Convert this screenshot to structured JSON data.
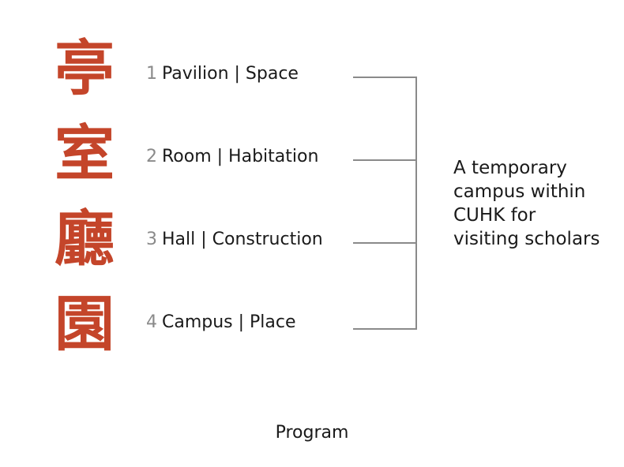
{
  "calligraphy": {
    "characters": [
      "亭",
      "室",
      "廳",
      "園"
    ],
    "color": "#c4452a"
  },
  "program_items": [
    {
      "number": "1",
      "label": "Pavilion | Space"
    },
    {
      "number": "2",
      "label": "Room | Habitation"
    },
    {
      "number": "3",
      "label": "Hall | Construction"
    },
    {
      "number": "4",
      "label": "Campus | Place"
    }
  ],
  "description": {
    "lines": [
      "A temporary",
      "campus within",
      "CUHK for",
      "visiting scholars"
    ]
  },
  "footer": {
    "title": "Program"
  },
  "colors": {
    "bracket": "#8a8a8a",
    "number": "#8a8a8a",
    "text": "#1a1a1a"
  }
}
